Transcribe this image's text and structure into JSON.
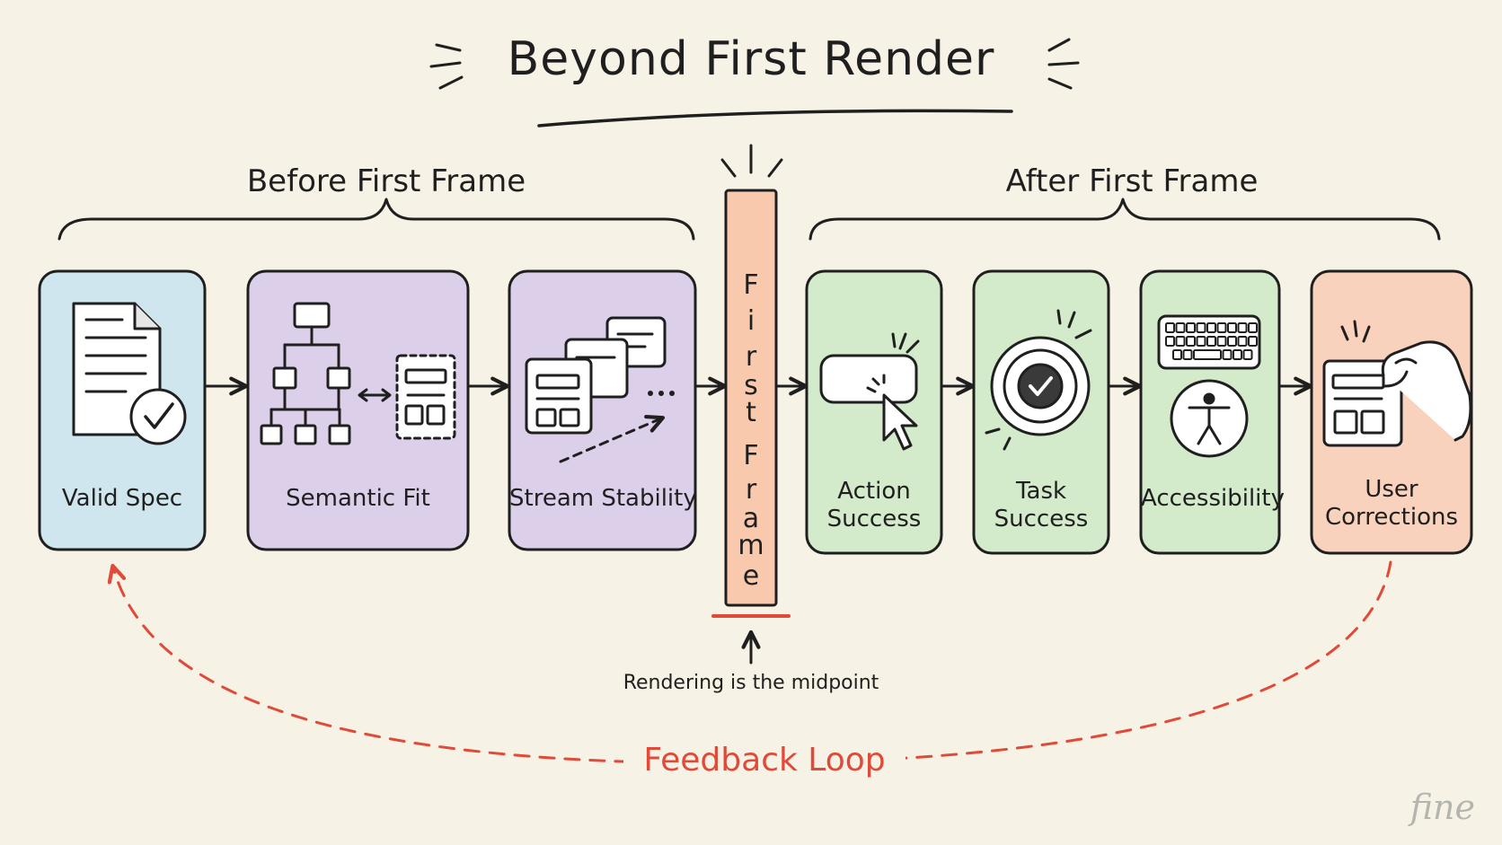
{
  "title": "Beyond First Render",
  "groups": {
    "before": "Before First Frame",
    "after": "After First Frame"
  },
  "stages": [
    {
      "id": "valid-spec",
      "lines": [
        "Valid Spec"
      ],
      "color": "#cfe6ee",
      "icon": "document-check-icon"
    },
    {
      "id": "semantic-fit",
      "lines": [
        "Semantic Fit"
      ],
      "color": "#dccfea",
      "icon": "hierarchy-icon"
    },
    {
      "id": "stream-stability",
      "lines": [
        "Stream Stability"
      ],
      "color": "#dccfea",
      "icon": "stacked-cards-icon"
    },
    {
      "id": "action-success",
      "lines": [
        "Action",
        "Success"
      ],
      "color": "#d3eacb",
      "icon": "button-click-icon"
    },
    {
      "id": "task-success",
      "lines": [
        "Task",
        "Success"
      ],
      "color": "#d3eacb",
      "icon": "target-check-icon"
    },
    {
      "id": "accessibility",
      "lines": [
        "Accessibility"
      ],
      "color": "#d3eacb",
      "icon": "keyboard-accessibility-icon"
    },
    {
      "id": "user-corrections",
      "lines": [
        "User",
        "Corrections"
      ],
      "color": "#f8d2bc",
      "icon": "hand-edit-icon"
    }
  ],
  "first_frame": {
    "letters": [
      "F",
      "i",
      "r",
      "s",
      "t",
      "F",
      "r",
      "a",
      "m",
      "e"
    ],
    "color": "#f8c9ad",
    "underline_color": "#e04a38"
  },
  "midpoint_label": "Rendering is the midpoint",
  "feedback_loop": {
    "label": "Feedback Loop",
    "color": "#e04a38"
  },
  "brand": "fine"
}
